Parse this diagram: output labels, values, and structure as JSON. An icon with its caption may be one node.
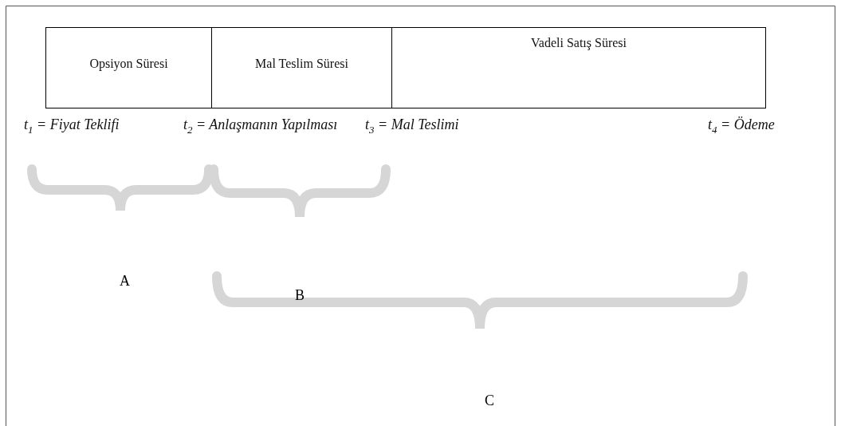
{
  "diagram": {
    "nodes": [
      {
        "text": [
          "Opsiyon Süresi"
        ]
      },
      {
        "text": [
          "Mal Teslim Süresi"
        ]
      },
      {
        "text": [
          "Vadeli Satış Süresi"
        ]
      }
    ],
    "labels": [
      "t$_{1}$ = Fiyat Teklifi",
      "t$_{2}$ = Anlaşmanın Yapılması",
      "t$_{3}$ = Mal Teslimi",
      "t$_{4}$ = Ödeme",
      "A",
      "B",
      "C"
    ]
  }
}
